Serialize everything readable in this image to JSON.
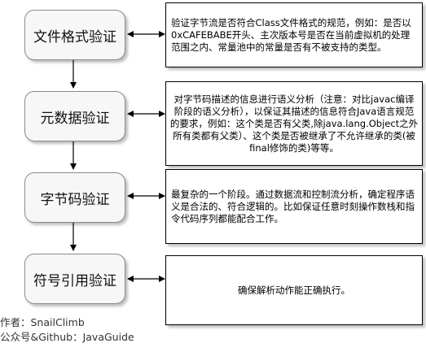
{
  "steps": [
    {
      "label": "文件格式验证",
      "description": "验证字节流是否符合Class文件格式的规范，例如：是否以0xCAFEBABE开头、主次版本号是否在当前虚拟机的处理范围之内、常量池中的常量是否有不被支持的类型。"
    },
    {
      "label": "元数据验证",
      "description": "对字节码描述的信息进行语义分析（注意：对比javac编译阶段的语义分析），以保证其描述的信息符合Java语言规范的要求，例如：这个类是否有父类,除java.lang.Object之外所有类都有父类）、这个类是否被继承了不允许继承的类(被final修饰的类)等等。"
    },
    {
      "label": "字节码验证",
      "description": "最复杂的一个阶段。通过数据流和控制流分析，确定程序语义是合法的、符合逻辑的。比如保证任意时刻操作数栈和指令代码序列都能配合工作。"
    },
    {
      "label": "符号引用验证",
      "description": "确保解析动作能正确执行。"
    }
  ],
  "credits": {
    "author": "作者：SnailClimb",
    "account": "公众号&Github：JavaGuide"
  }
}
